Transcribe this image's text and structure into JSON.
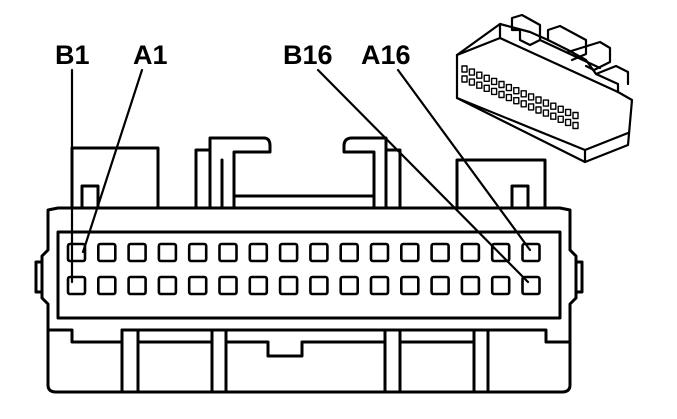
{
  "connector": {
    "labels": {
      "b1": "B1",
      "a1": "A1",
      "b16": "B16",
      "a16": "A16"
    },
    "rows": [
      "A",
      "B"
    ],
    "pins_per_row": 16
  },
  "colors": {
    "line": "#000000",
    "background": "#ffffff"
  }
}
